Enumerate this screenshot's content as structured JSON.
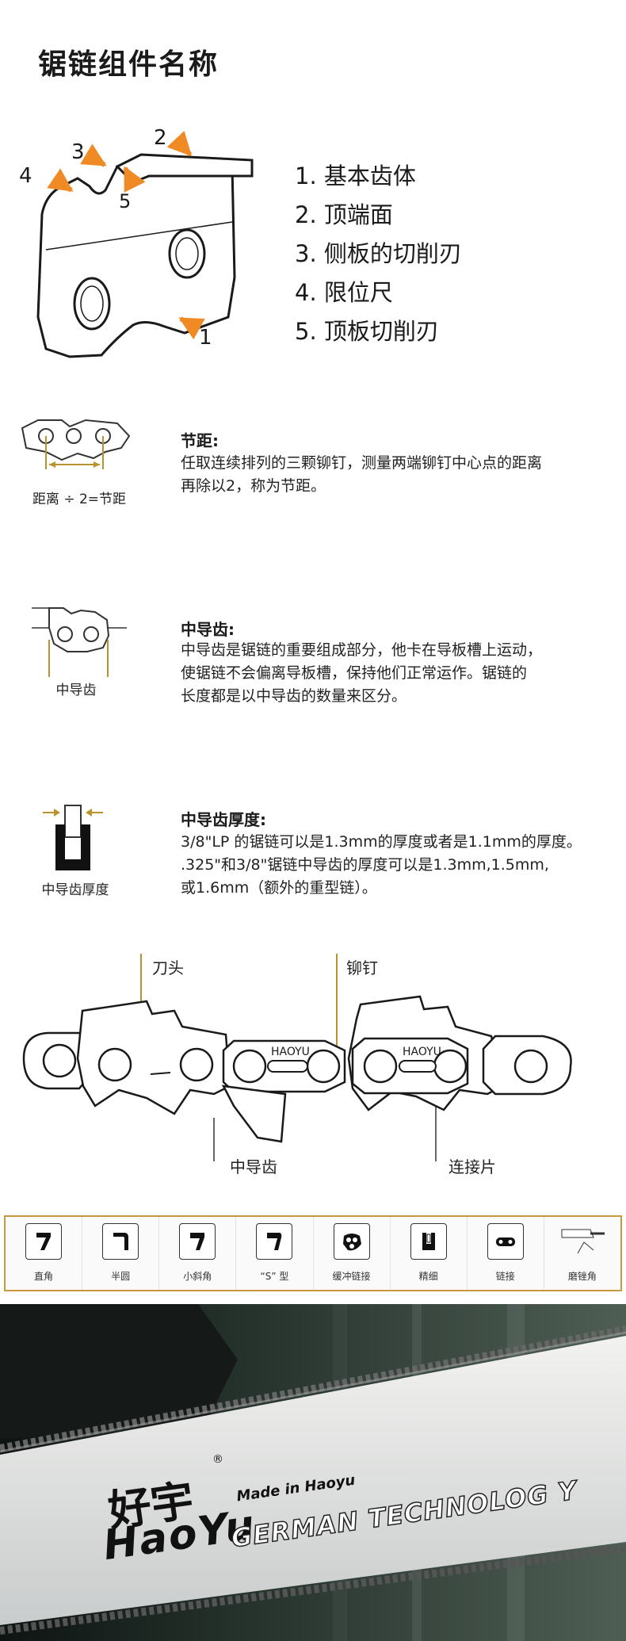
{
  "page": {
    "title": "锯链组件名称"
  },
  "parts_legend": {
    "items": [
      "1. 基本齿体",
      "2. 顶端面",
      "3. 侧板的切削刃",
      "4. 限位尺",
      "5. 顶板切削刃"
    ],
    "callouts": [
      "1",
      "2",
      "3",
      "4",
      "5"
    ]
  },
  "sections": {
    "pitch": {
      "heading": "节距:",
      "lines": [
        "任取连续排列的三颗铆钉，测量两端铆钉中心点的距离",
        "再除以2，称为节距。"
      ],
      "caption": "距离 ÷ 2=节距"
    },
    "drive_link": {
      "heading": "中导齿:",
      "lines": [
        "中导齿是锯链的重要组成部分，他卡在导板槽上运动，",
        "使锯链不会偏离导板槽，保持他们正常运作。锯链的",
        "长度都是以中导齿的数量来区分。"
      ],
      "caption": "中导齿"
    },
    "gauge": {
      "heading": "中导齿厚度:",
      "lines": [
        "3/8\"LP 的锯链可以是1.3mm的厚度或者是1.1mm的厚度。",
        ".325\"和3/8\"锯链中导齿的厚度可以是1.3mm,1.5mm,",
        "或1.6mm（额外的重型链）。"
      ],
      "caption": "中导齿厚度"
    }
  },
  "chain_diagram": {
    "labels": {
      "cutter": "刀头",
      "rivet": "铆钉",
      "drive_link": "中导齿",
      "tie_strap": "连接片"
    },
    "brand_stamp": "HAOYU"
  },
  "chain_types": [
    {
      "label": "直角",
      "icon": "square-chisel-icon"
    },
    {
      "label": "半圆",
      "icon": "semi-chisel-icon"
    },
    {
      "label": "小斜角",
      "icon": "small-bevel-icon"
    },
    {
      "label": "“S” 型",
      "icon": "s-type-icon"
    },
    {
      "label": "缓冲链接",
      "icon": "bumper-link-icon"
    },
    {
      "label": "精细",
      "icon": "fine-cut-icon"
    },
    {
      "label": "链接",
      "icon": "link-icon"
    },
    {
      "label": "磨锉角",
      "icon": "file-angle-icon"
    }
  ],
  "product_photo": {
    "brand_cn": "好宇",
    "brand_en": "HaoYu",
    "registered": "®",
    "tagline": "Made in Haoyu",
    "slogan": "GERMAN TECHNOLOG Y"
  },
  "colors": {
    "accent_orange": "#f08a24",
    "gold": "#b8922c",
    "frame_gold": "#c69a3a",
    "ink": "#222222"
  }
}
